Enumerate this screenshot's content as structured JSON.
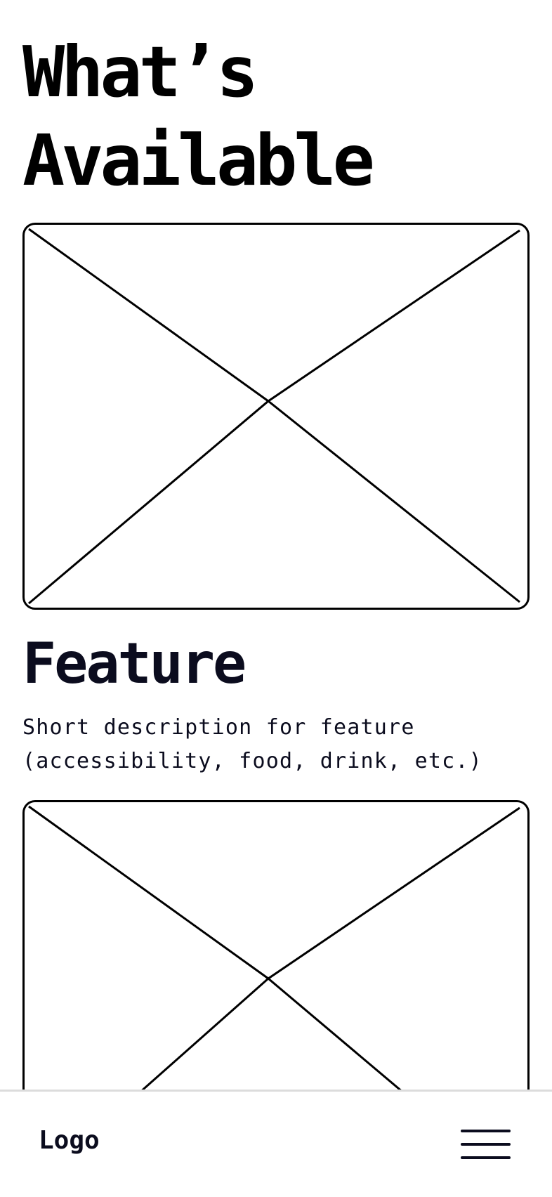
{
  "page": {
    "title": "What’s\nAvailable"
  },
  "feature": {
    "title": "Feature",
    "description": "Short description for feature (accessibility, food, drink, etc.)"
  },
  "nav": {
    "logo": "Logo",
    "menu_icon": "hamburger-menu-icon"
  },
  "colors": {
    "text": "#000000",
    "heading_dark": "#0b0c1e",
    "border": "#000000",
    "nav_divider": "#dcdcdc",
    "background": "#ffffff"
  }
}
